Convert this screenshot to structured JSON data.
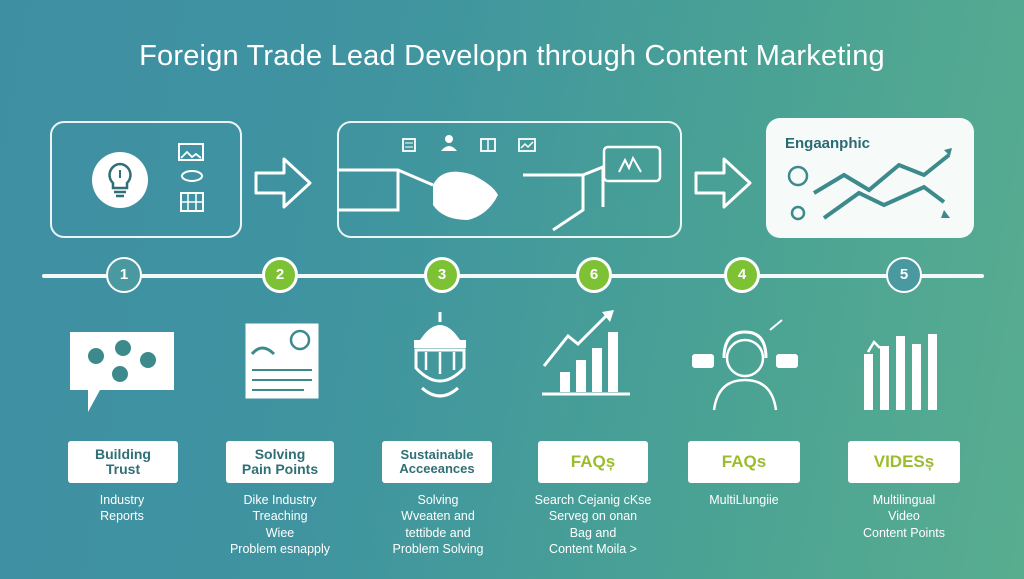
{
  "title": "Foreign Trade Lead Developn through Content Marketing",
  "panels": {
    "third_label": "Engaanphic"
  },
  "timeline": {
    "steps": [
      "1",
      "2",
      "3",
      "6",
      "4",
      "5"
    ]
  },
  "columns": [
    {
      "label_line1": "Building",
      "label_line2": "Trust",
      "desc": [
        "Industry",
        "Reports"
      ]
    },
    {
      "label_line1": "Solving",
      "label_line2": "Pain Points",
      "desc": [
        "Dike Industry",
        "Treaching",
        "Wiee",
        "Problem esnapply"
      ]
    },
    {
      "label_line1": "Sustainable",
      "label_line2": "Acceeances",
      "desc": [
        "Solving",
        "Wveaten and",
        "tettibde and",
        "Problem Solving"
      ]
    },
    {
      "label_line1": "FAQș",
      "label_line2": "",
      "desc": [
        "Search  Cejanig cKse",
        "Serveg  on onan",
        "Bag and",
        "Content Moila >"
      ]
    },
    {
      "label_line1": "FAQs",
      "label_line2": "",
      "desc": [
        "MultiLlungiie"
      ]
    },
    {
      "label_line1": "VIDESș",
      "label_line2": "",
      "desc": [
        "Multilingual",
        "Video",
        "Content Points"
      ]
    }
  ],
  "colors": {
    "accent_green": "#7cc234",
    "teal_text": "#2f6f75",
    "background_start": "#3f8fa3",
    "background_end": "#58ad8f"
  },
  "icons": [
    "lightbulb-icon",
    "handshake-icon",
    "growth-chart-icon",
    "chat-bubbles-icon",
    "document-icon",
    "building-icon",
    "bar-chart-icon",
    "headset-person-icon",
    "video-bars-icon"
  ]
}
